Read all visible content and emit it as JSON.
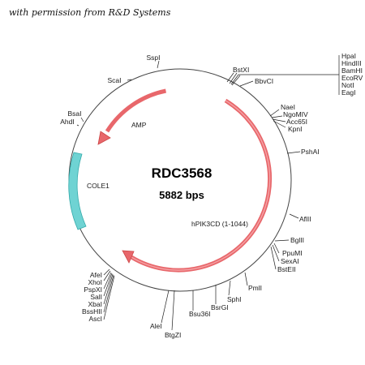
{
  "credit": "with permission from R&D Systems",
  "plasmid": {
    "name": "RDC3568",
    "size": "5882 bps",
    "color_insert": "#e8676b",
    "color_ori": "#6fd3d3"
  },
  "features": {
    "amp": "AMP",
    "cole1": "COLE1",
    "insert": "hPIK3CD (1-1044)"
  },
  "sites": {
    "sspi": "SspI",
    "scai": "ScaI",
    "bsai": "BsaI",
    "ahdi": "AhdI",
    "bstxi": "BstXI",
    "bbvci": "BbvCI",
    "naei": "NaeI",
    "ngomiv": "NgoMIV",
    "acc65i": "Acc65I",
    "kpni": "KpnI",
    "psha": "PshAI",
    "aflii": "AflII",
    "bglii": "BglII",
    "ppumi": "PpuMI",
    "sexai": "SexAI",
    "bsteii": "BstEII",
    "pmli": "PmlI",
    "sphi": "SphI",
    "bsrgi": "BsrGI",
    "bsu36i": "Bsu36I",
    "alei": "AleI",
    "btgzi": "BtgZI",
    "afei": "AfeI",
    "xhoi": "XhoI",
    "pspxi": "PspXI",
    "sali": "SalI",
    "xbai": "XbaI",
    "bsshii": "BssHII",
    "asci": "AscI"
  },
  "mcs_top": [
    "HpaI",
    "HindIII",
    "BamHI",
    "EcoRV",
    "NotI",
    "EagI"
  ]
}
